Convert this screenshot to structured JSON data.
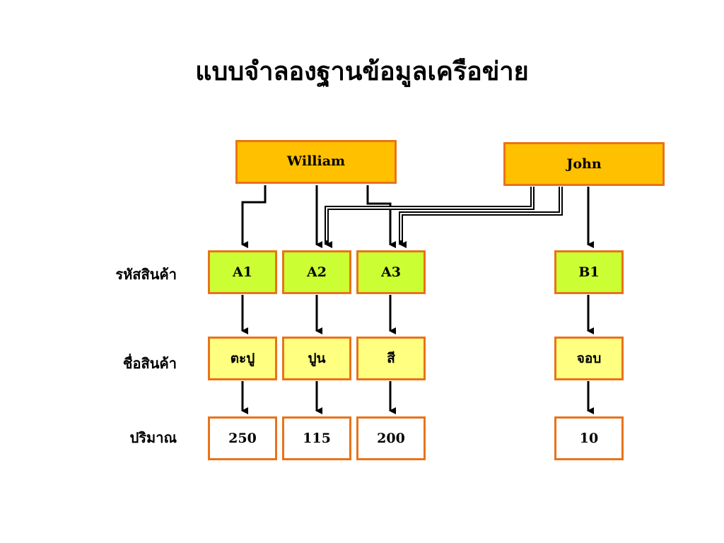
{
  "title": "แบบจำลองฐานข้อมูลเครือข่าย",
  "owners": [
    "William",
    "John"
  ],
  "row_labels": {
    "code": "รหัสสินค้า",
    "name": "ชื่อสินค้า",
    "qty": "ปริมาณ"
  },
  "items": [
    {
      "code": "A1",
      "name": "ตะปู",
      "qty": "250"
    },
    {
      "code": "A2",
      "name": "ปูน",
      "qty": "115"
    },
    {
      "code": "A3",
      "name": "สี",
      "qty": "200"
    },
    {
      "code": "B1",
      "name": "จอบ",
      "qty": "10"
    }
  ],
  "colors": {
    "border": "#e8731a",
    "owner_fill": "#ffc000",
    "code_fill": "#ccff33",
    "name_fill": "#ffff80",
    "qty_fill": "#ffffff"
  }
}
